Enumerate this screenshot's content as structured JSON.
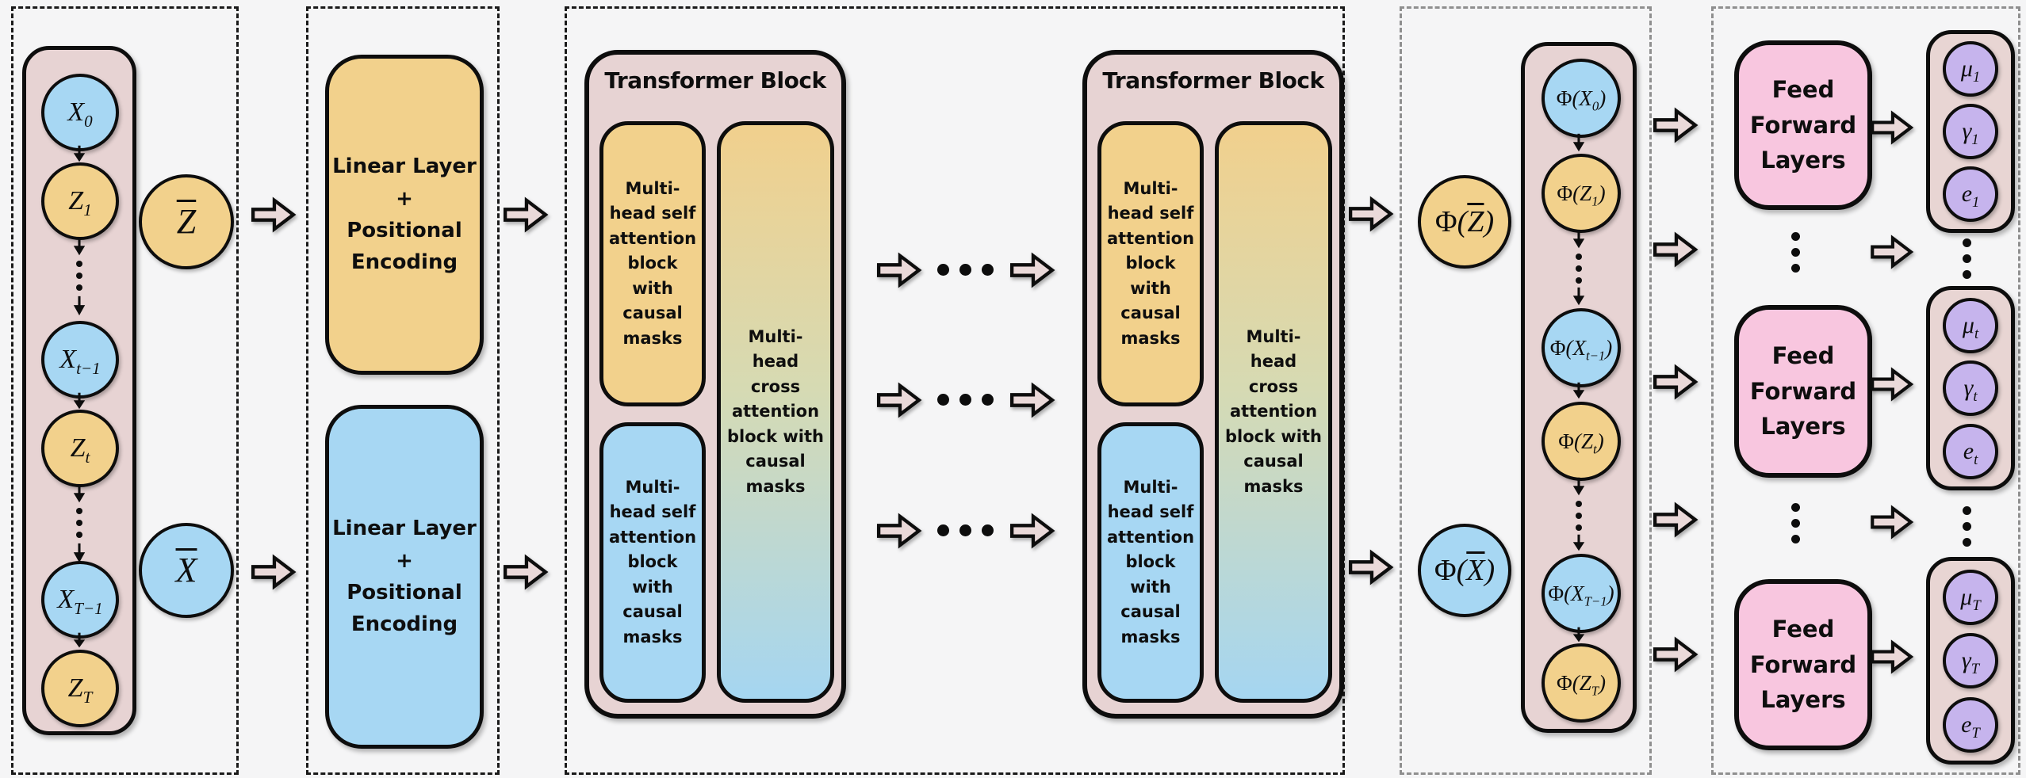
{
  "colors": {
    "background": "#f5f5f6",
    "container_pink": "#e7d3d3",
    "node_blue": "#a7d7f3",
    "node_orange": "#f2d18c",
    "node_purple": "#c6b4ed",
    "feed_forward_pink": "#f8c6df",
    "arrow_fill": "#ead9d9",
    "ink": "#0d0d0d",
    "cross_gradient_top": "#f1d08d",
    "cross_gradient_bottom": "#a5d6f1"
  },
  "panels": {
    "input": {
      "sequence": [
        "X_{0}",
        "Z_{1}",
        "X_{t−1}",
        "Z_{t}",
        "X_{T−1}",
        "Z_{T}"
      ],
      "z_bar": "bar(Z)",
      "x_bar": "bar(X)",
      "ellipsis_vertical": "⋮"
    },
    "embedding": {
      "z_block": "Linear Layer\n+\nPositional Encoding",
      "x_block": "Linear Layer\n+\nPositional Encoding"
    },
    "transformer": {
      "block1": {
        "title": "Transformer Block",
        "self_attention_top": "Multi-head self attention block with causal masks",
        "self_attention_bottom": "Multi-head self attention block with causal masks",
        "cross_attention": "Multi-head cross attention block with causal masks"
      },
      "block2": {
        "title": "Transformer Block",
        "self_attention_top": "Multi-head self attention block with causal masks",
        "self_attention_bottom": "Multi-head self attention block with causal masks",
        "cross_attention": "Multi-head cross attention block with causal masks"
      },
      "ellipsis_horizontal": "•••"
    },
    "phi": {
      "z_bar": "Φ(bar(Z))",
      "x_bar": "Φ(bar(X))",
      "sequence": [
        "Φ(X_{0})",
        "Φ(Z_{1})",
        "Φ(X_{t−1})",
        "Φ(Z_{t})",
        "Φ(X_{T−1})",
        "Φ(Z_{T})"
      ],
      "ellipsis_vertical": "⋮"
    },
    "output": {
      "ff_blocks": [
        "Feed Forward Layers",
        "Feed Forward Layers",
        "Feed Forward Layers"
      ],
      "groups": [
        [
          "μ_{1}",
          "γ_{1}",
          "e_{1}"
        ],
        [
          "μ_{t}",
          "γ_{t}",
          "e_{t}"
        ],
        [
          "μ_{T}",
          "γ_{T}",
          "e_{T}"
        ]
      ],
      "ellipsis_vertical": "⋮"
    }
  }
}
